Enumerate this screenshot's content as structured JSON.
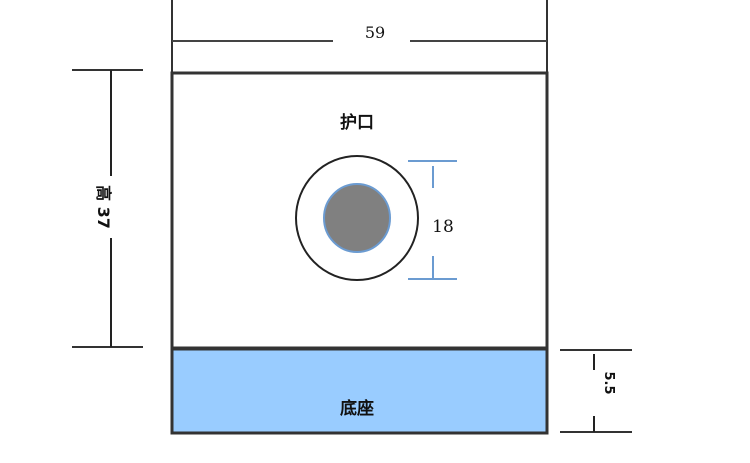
{
  "dimensions": {
    "width": "59",
    "height": "高 37",
    "opening": "18",
    "base": "5.5"
  },
  "labels": {
    "guard": "护口",
    "base": "底座"
  },
  "colors": {
    "base_fill": "#99ccff",
    "outline": "#333333",
    "dim_blue": "#6b9bd1",
    "hole": "#808080"
  }
}
